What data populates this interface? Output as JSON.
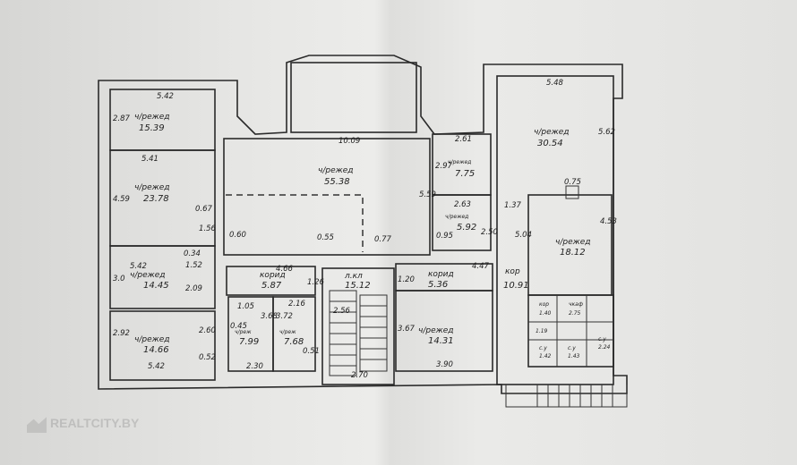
{
  "plan": {
    "rooms": [
      {
        "name": "ч/режед",
        "area": "15.39"
      },
      {
        "name": "ч/режед",
        "area": "23.78"
      },
      {
        "name": "ч/режед",
        "area": "14.45"
      },
      {
        "name": "ч/режед",
        "area": "14.66"
      },
      {
        "name": "ч/режед",
        "area": "55.38"
      },
      {
        "name": "ч/режед",
        "area": "7.75"
      },
      {
        "name": "ч/режед",
        "area": "5.92"
      },
      {
        "name": "корид",
        "area": "5.87"
      },
      {
        "name": "ч/реж",
        "area": "7.99"
      },
      {
        "name": "ч/реж",
        "area": "7.68"
      },
      {
        "name": "л.кл",
        "area": "15.12"
      },
      {
        "name": "корид",
        "area": "5.36"
      },
      {
        "name": "ч/режед",
        "area": "14.31"
      },
      {
        "name": "ч/режед",
        "area": "30.54"
      },
      {
        "name": "ч/режед",
        "area": "18.12"
      },
      {
        "name": "кор",
        "area": "10.91"
      },
      {
        "name": "кор",
        "area": "1.40"
      },
      {
        "name": "чкаф",
        "area": "2.75"
      },
      {
        "name": "с.у",
        "area": "1.42"
      },
      {
        "name": "с.у",
        "area": "1.43"
      },
      {
        "name": "с.у",
        "area": "2.24"
      }
    ],
    "dims": [
      "5.42",
      "2.87",
      "5.41",
      "4.59",
      "0.67",
      "1.56",
      "5.42",
      "3.0",
      "2.09",
      "2.92",
      "2.60",
      "5.42",
      "0.52",
      "10.09",
      "5.59",
      "2.61",
      "2.97",
      "2.63",
      "2.50",
      "0.95",
      "0.60",
      "0.55",
      "0.77",
      "4.66",
      "1.26",
      "1.05",
      "3.68",
      "3.72",
      "2.16",
      "2.30",
      "0.51",
      "0.45",
      "2.56",
      "2.70",
      "1.20",
      "4.47",
      "3.67",
      "3.90",
      "5.48",
      "5.62",
      "0.75",
      "1.37",
      "5.04",
      "4.53",
      "0.34",
      "1.52",
      "1.19"
    ],
    "watermark": "REALTCITY.BY"
  }
}
